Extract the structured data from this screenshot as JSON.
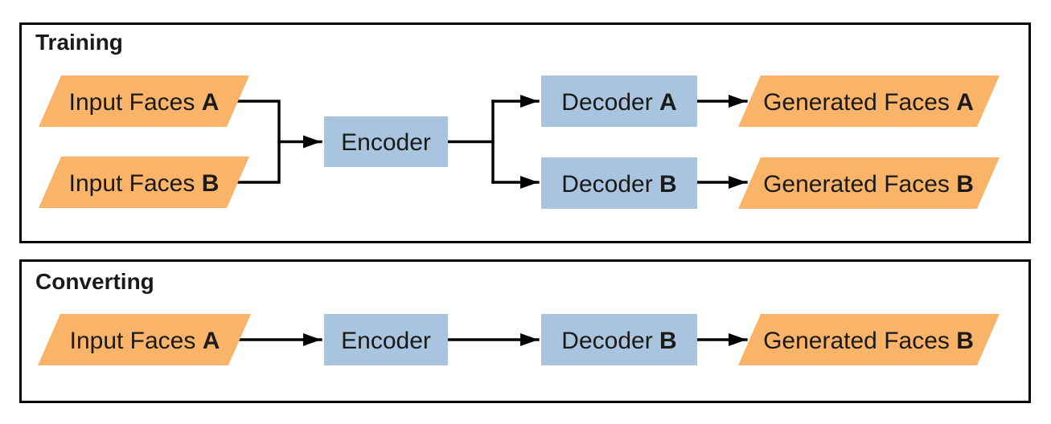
{
  "colors": {
    "shape_orange": "#FAB46A",
    "shape_blue": "#A9C4DE",
    "line_black": "#000000"
  },
  "training": {
    "title": "Training",
    "nodes": {
      "input_a": {
        "text": "Input Faces ",
        "bold": "A"
      },
      "input_b": {
        "text": "Input Faces ",
        "bold": "B"
      },
      "encoder": {
        "text": "Encoder"
      },
      "decoder_a": {
        "text": "Decoder ",
        "bold": "A"
      },
      "decoder_b": {
        "text": "Decoder ",
        "bold": "B"
      },
      "generated_a": {
        "text": "Generated Faces ",
        "bold": "A"
      },
      "generated_b": {
        "text": "Generated Faces ",
        "bold": "B"
      }
    },
    "edges": [
      {
        "from": "input_a",
        "to": "encoder"
      },
      {
        "from": "input_b",
        "to": "encoder"
      },
      {
        "from": "encoder",
        "to": "decoder_a"
      },
      {
        "from": "encoder",
        "to": "decoder_b"
      },
      {
        "from": "decoder_a",
        "to": "generated_a"
      },
      {
        "from": "decoder_b",
        "to": "generated_b"
      }
    ]
  },
  "converting": {
    "title": "Converting",
    "nodes": {
      "input_a": {
        "text": "Input Faces ",
        "bold": "A"
      },
      "encoder": {
        "text": "Encoder"
      },
      "decoder_b": {
        "text": "Decoder ",
        "bold": "B"
      },
      "generated_b": {
        "text": "Generated Faces ",
        "bold": "B"
      }
    },
    "edges": [
      {
        "from": "input_a",
        "to": "encoder"
      },
      {
        "from": "encoder",
        "to": "decoder_b"
      },
      {
        "from": "decoder_b",
        "to": "generated_b"
      }
    ]
  }
}
